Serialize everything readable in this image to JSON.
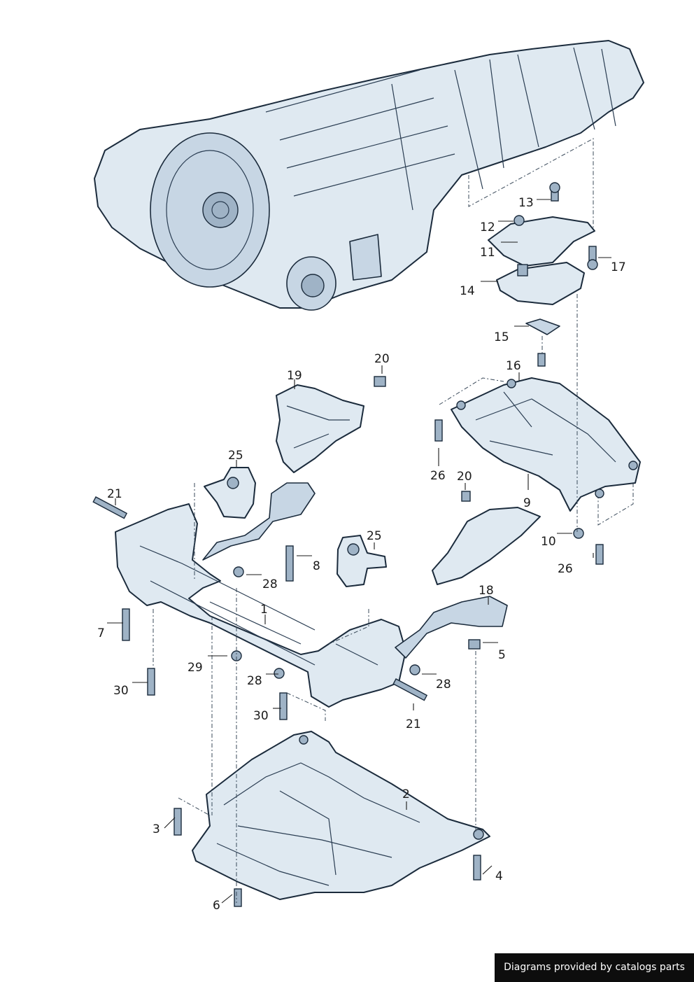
{
  "callouts": {
    "c1": "1",
    "c2": "2",
    "c3": "3",
    "c4": "4",
    "c5": "5",
    "c6": "6",
    "c7": "7",
    "c8": "8",
    "c9": "9",
    "c10": "10",
    "c11": "11",
    "c12": "12",
    "c13": "13",
    "c14": "14",
    "c15": "15",
    "c16": "16",
    "c17": "17",
    "c18": "18",
    "c19": "19",
    "c20a": "20",
    "c20b": "20",
    "c21a": "21",
    "c21b": "21",
    "c25a": "25",
    "c25b": "25",
    "c26a": "26",
    "c26b": "26",
    "c28a": "28",
    "c28b": "28",
    "c28c": "28",
    "c29": "29",
    "c30a": "30",
    "c30b": "30"
  },
  "credit": "Diagrams provided by catalogs parts",
  "colors": {
    "part_fill": "#dfe9f1",
    "outline": "#1b2b3c",
    "credit_bg": "#0d0d0d"
  }
}
